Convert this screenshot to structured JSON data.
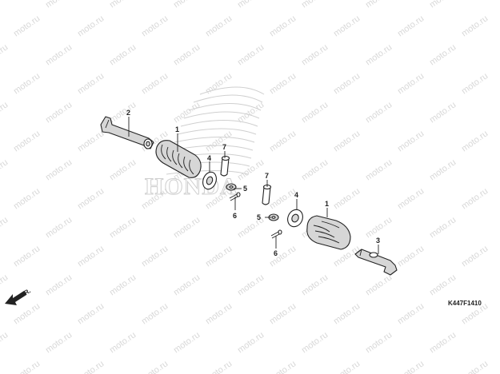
{
  "watermark": {
    "text": "moto.ru",
    "color": "#d8d8d8"
  },
  "logo": {
    "text": "HONDA",
    "color": "#cfcfcf"
  },
  "diagram_code": "K447F1410",
  "direction_label": "FR.",
  "callouts": [
    {
      "id": "c2",
      "label": "2"
    },
    {
      "id": "c1a",
      "label": "1"
    },
    {
      "id": "c7a",
      "label": "7"
    },
    {
      "id": "c4a",
      "label": "4"
    },
    {
      "id": "c5a",
      "label": "5"
    },
    {
      "id": "c6a",
      "label": "6"
    },
    {
      "id": "c7b",
      "label": "7"
    },
    {
      "id": "c4b",
      "label": "4"
    },
    {
      "id": "c1b",
      "label": "1"
    },
    {
      "id": "c5b",
      "label": "5"
    },
    {
      "id": "c6b",
      "label": "6"
    },
    {
      "id": "c3",
      "label": "3"
    }
  ]
}
